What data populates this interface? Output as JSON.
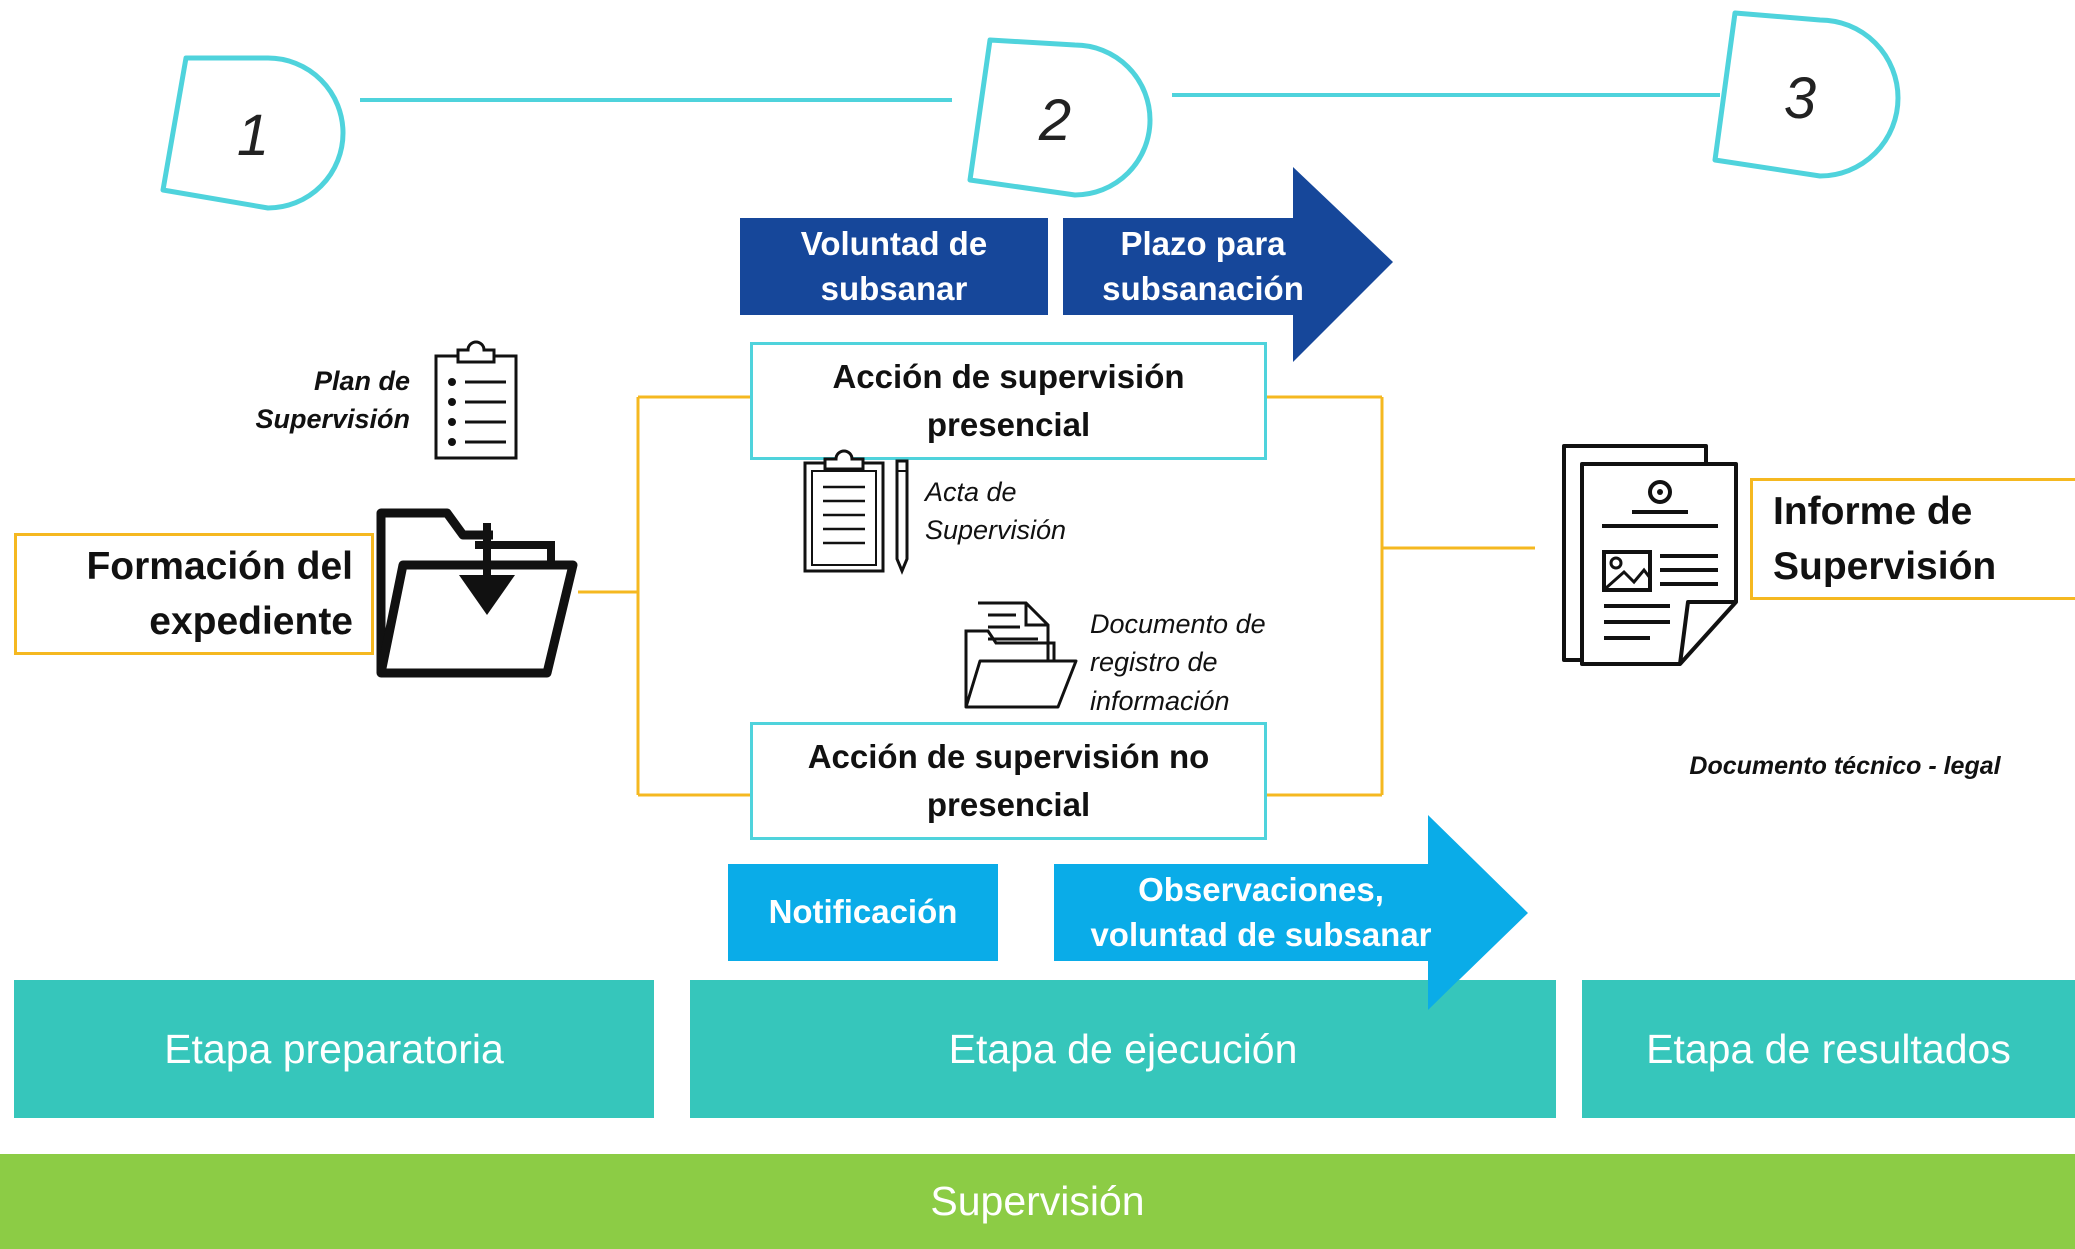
{
  "steps": [
    "1",
    "2",
    "3"
  ],
  "top_arrow": {
    "left_label": "Voluntad de\nsubsanar",
    "right_label": "Plazo para\nsubsanación"
  },
  "bottom_arrow": {
    "left_label": "Notificación",
    "right_label": "Observaciones,\nvoluntad de subsanar"
  },
  "actions": {
    "presencial": "Acción de supervisión\npresencial",
    "no_presencial": "Acción de supervisión no\npresencial"
  },
  "preparation": {
    "plan_label": "Plan de\nSupervisión",
    "formation_label": "Formación del\nexpediente"
  },
  "documents": {
    "acta_label": "Acta de\nSupervisión",
    "registro_label": "Documento de\nregistro de\ninformación"
  },
  "results": {
    "informe_label": "Informe de\nSupervisión",
    "tecnico_legal_label": "Documento técnico - legal"
  },
  "stages": [
    "Etapa preparatoria",
    "Etapa de ejecución",
    "Etapa de resultados"
  ],
  "footer_label": "Supervisión",
  "colors": {
    "cyan": "#4fd3dc",
    "yellow": "#f5b820",
    "dark_blue": "#16479a",
    "light_blue": "#0aace8",
    "teal": "#36c6bb",
    "green": "#8ccc45"
  },
  "icons": [
    "clipboard-list-icon",
    "folder-download-icon",
    "clipboard-pen-icon",
    "document-folder-icon",
    "report-document-icon"
  ]
}
